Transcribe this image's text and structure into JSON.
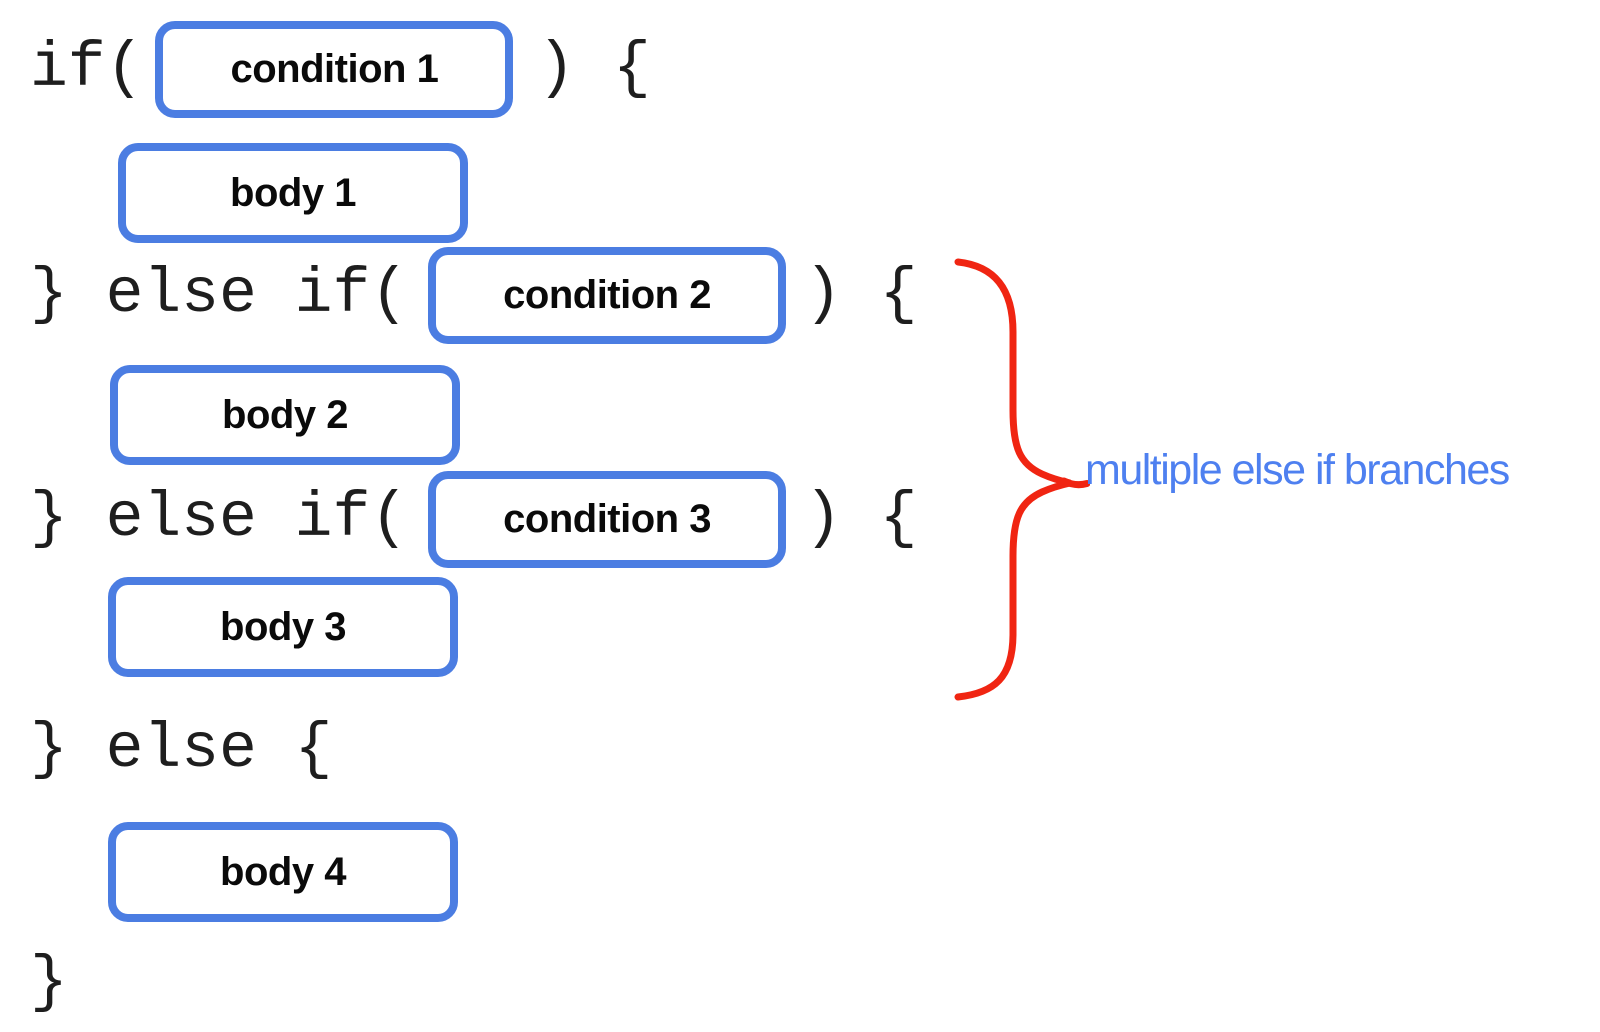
{
  "colors": {
    "background": "#ffffff",
    "box_border": "#4b7de2",
    "code_text": "#1e1e1e",
    "label_text": "#0a0a0a",
    "annotation_text": "#4e80f0",
    "brace": "#f02512"
  },
  "code": {
    "if_open": "if(",
    "if_close": ") {",
    "elseif_open": "} else if(",
    "elseif_close": ") {",
    "else_open": "} else {",
    "closing_brace": "}"
  },
  "boxes": {
    "condition1": "condition 1",
    "condition2": "condition 2",
    "condition3": "condition 3",
    "body1": "body 1",
    "body2": "body 2",
    "body3": "body 3",
    "body4": "body 4"
  },
  "annotation": {
    "label": "multiple else if branches"
  }
}
